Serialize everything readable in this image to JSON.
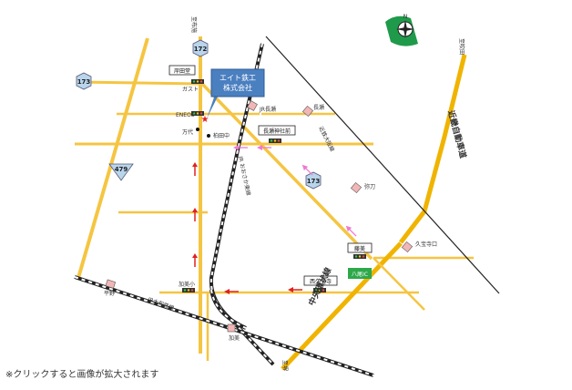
{
  "labels": {
    "to_fuse": "至布施",
    "to_suita": "至吹田",
    "to_sakai": "至堺",
    "company": [
      "エイト鉄工",
      "株式会社"
    ],
    "kishida_do": "岸田堂",
    "gusto": "ガスト",
    "eneos": "ENEOS",
    "mandai": "万代",
    "hirata_naka": "柏田中",
    "jr_nagase": "JR長瀬",
    "nagase": "長瀬",
    "nagase_jinja_mae": "長瀬神社前",
    "kintetsu_osaka_line": "近鉄大阪線",
    "jr_osaka_higashi_line": "JR おおさか東線",
    "yatari": "弥刀",
    "kintetsu_expressway": "近畿自動車道",
    "kyuhoji_guchi": "久宝寺口",
    "fujimi": "藤美",
    "hachio_ic": "八尾IC",
    "nishikyuhoji": "西久宝寺",
    "kami_sho": "加美小",
    "hirano": "平野",
    "jr_yamatoji_line": "JR大和路線",
    "kami": "加美",
    "chuo_kanjo_sen": "中央環状線",
    "footnote": "※クリックすると画像が拡大されます"
  },
  "routes": [
    "172",
    "173",
    "479",
    "173"
  ],
  "colors": {
    "road": "#f5c542",
    "road_major": "#f0b400",
    "rail": "#222222",
    "arrow_red": "#e0201e",
    "arrow_pink": "#ee7ad0",
    "callout": "#4a7fc0",
    "ic": "#2ea84a",
    "station": "#f2b6b6"
  },
  "icons": [
    "compass-icon",
    "traffic-signal-icon",
    "station-icon",
    "route-shield-icon"
  ]
}
